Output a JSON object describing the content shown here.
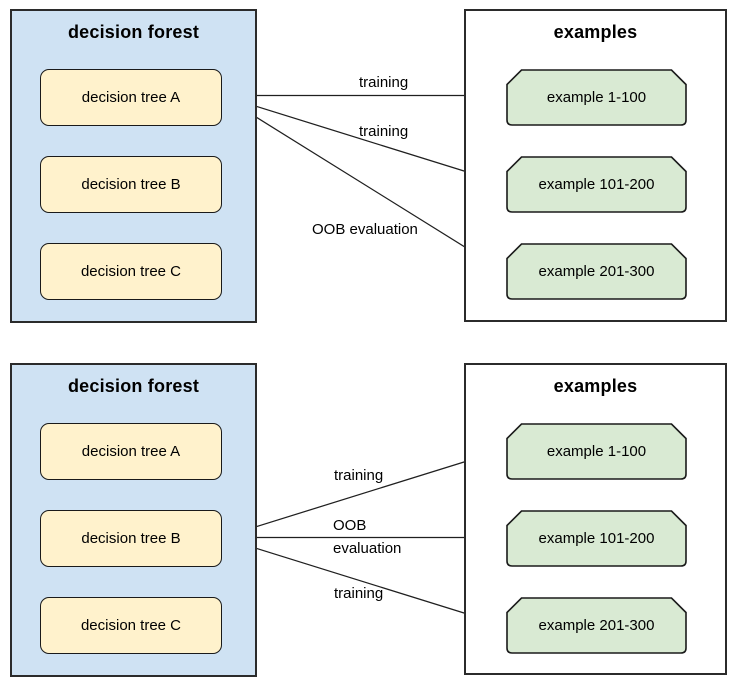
{
  "diagram": {
    "description": "out-of-bag evaluation in a decision forest",
    "colors": {
      "forest_fill": "#cfe2f3",
      "tree_fill": "#fff2cc",
      "example_fill": "#d9ead3",
      "box_border": "#2b2b2b",
      "arrow": "#1f1f1f",
      "text": "#000000"
    },
    "panels": [
      {
        "forest": {
          "title": "decision forest",
          "trees": [
            "decision tree A",
            "decision tree B",
            "decision tree C"
          ]
        },
        "examples": {
          "title": "examples",
          "items": [
            "example 1-100",
            "example 101-200",
            "example 201-300"
          ]
        },
        "arrows": [
          {
            "from": "decision tree A",
            "to": "example 1-100",
            "label": "training"
          },
          {
            "from": "decision tree A",
            "to": "example 101-200",
            "label": "training"
          },
          {
            "from": "decision tree A",
            "to": "example 201-300",
            "label": "OOB evaluation"
          }
        ]
      },
      {
        "forest": {
          "title": "decision forest",
          "trees": [
            "decision tree A",
            "decision tree B",
            "decision tree C"
          ]
        },
        "examples": {
          "title": "examples",
          "items": [
            "example 1-100",
            "example 101-200",
            "example 201-300"
          ]
        },
        "arrows": [
          {
            "from": "decision tree B",
            "to": "example 1-100",
            "label": "training"
          },
          {
            "from": "decision tree B",
            "to": "example 101-200",
            "label": "OOB evaluation"
          },
          {
            "from": "decision tree B",
            "to": "example 201-300",
            "label": "training"
          }
        ]
      }
    ]
  }
}
